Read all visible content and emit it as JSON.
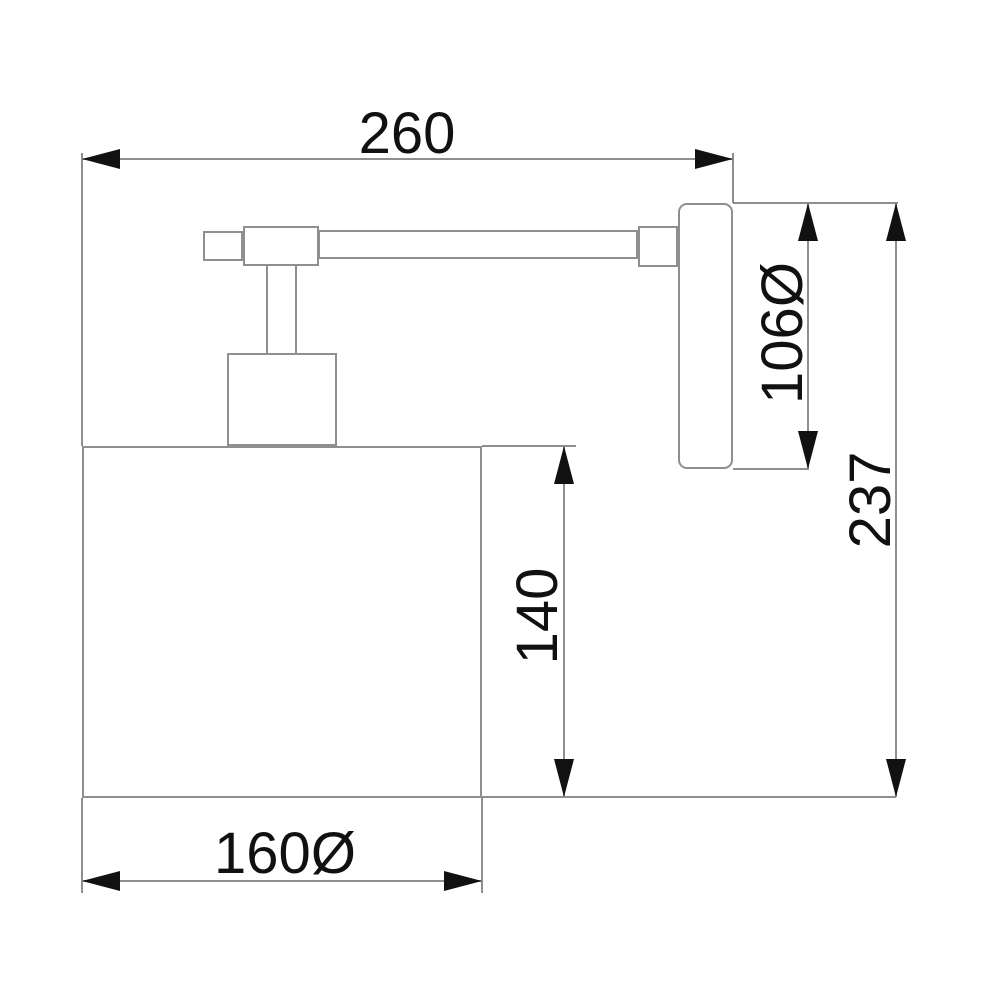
{
  "drawing": {
    "kind": "wall-light dimension diagram, side view",
    "labels": {
      "overall_width": "260",
      "backplate_height": "106Ø",
      "overall_height": "237",
      "shade_height": "140",
      "shade_diameter": "160Ø"
    },
    "colors": {
      "background": "#ffffff",
      "outline": "#8f8f8f",
      "arrow": "#111111",
      "text": "#111111"
    }
  }
}
